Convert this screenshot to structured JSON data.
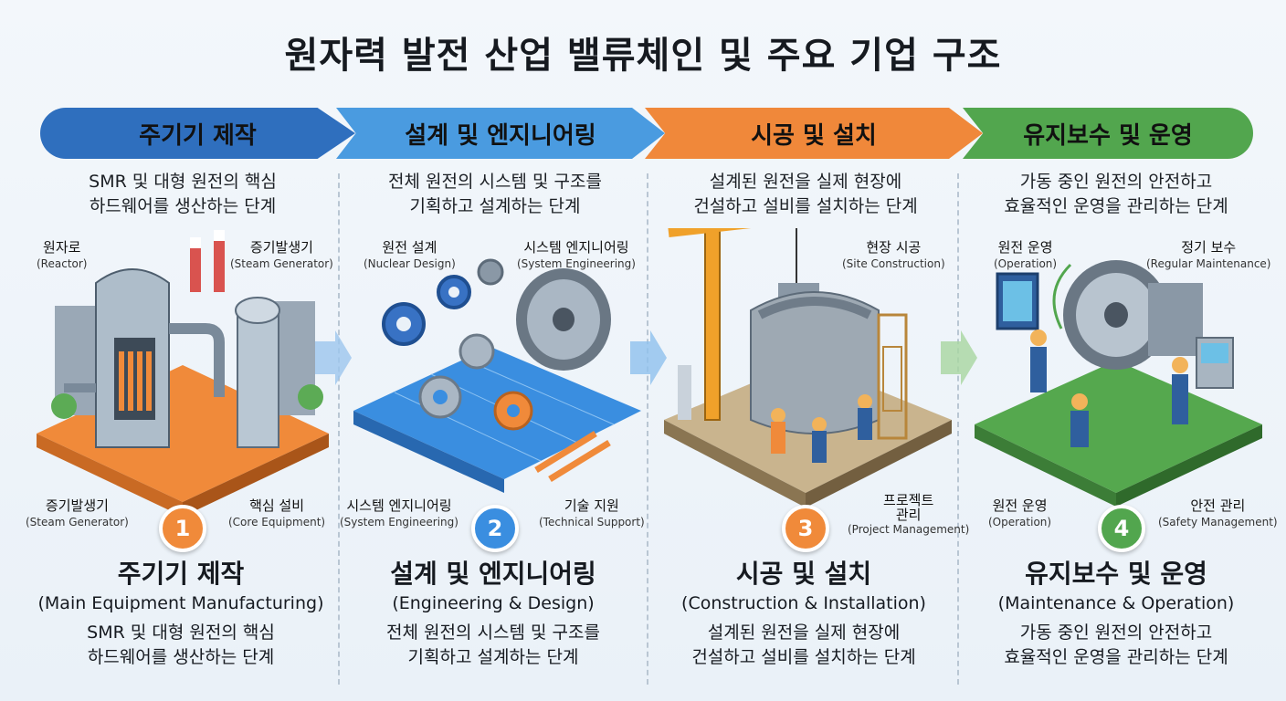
{
  "title": "원자력 발전 산업 밸류체인 및 주요 기업 구조",
  "colors": {
    "blue_dark": "#2f6fbe",
    "blue_light": "#4a9be0",
    "orange": "#f0883a",
    "green": "#52a64e"
  },
  "stages": [
    {
      "banner": "주기기 제작",
      "desc_1": "SMR 및 대형 원전의 핵심",
      "desc_2": "하드웨어를 생산하는 단계",
      "labels": [
        {
          "ko": "원자로",
          "en": "(Reactor)"
        },
        {
          "ko": "증기발생기",
          "en": "(Steam Generator)"
        },
        {
          "ko": "증기발생기",
          "en": "(Steam Generator)"
        },
        {
          "ko": "핵심 설비",
          "en": "(Core Equipment)"
        }
      ],
      "number": "1",
      "bottom_title": "주기기 제작",
      "bottom_en": "(Main Equipment Manufacturing)",
      "bottom_desc_1": "SMR 및 대형 원전의 핵심",
      "bottom_desc_2": "하드웨어를 생산하는 단계"
    },
    {
      "banner": "설계 및 엔지니어링",
      "desc_1": "전체 원전의 시스템 및 구조를",
      "desc_2": "기획하고 설계하는 단계",
      "labels": [
        {
          "ko": "원전 설계",
          "en": "(Nuclear Design)"
        },
        {
          "ko": "시스템 엔지니어링",
          "en": "(System Engineering)"
        },
        {
          "ko": "시스템 엔지니어링",
          "en": "(System Engineering)"
        },
        {
          "ko": "기술 지원",
          "en": "(Technical Support)"
        }
      ],
      "number": "2",
      "bottom_title": "설계 및 엔지니어링",
      "bottom_en": "(Engineering & Design)",
      "bottom_desc_1": "전체 원전의 시스템 및 구조를",
      "bottom_desc_2": "기획하고 설계하는 단계"
    },
    {
      "banner": "시공 및 설치",
      "desc_1": "설계된 원전을 실제 현장에",
      "desc_2": "건설하고 설비를 설치하는 단계",
      "labels": [
        {
          "ko": "현장 시공",
          "en": "(Site Construction)"
        },
        {
          "ko": "프로젝트\n관리",
          "en": "(Project Management)"
        }
      ],
      "number": "3",
      "bottom_title": "시공 및 설치",
      "bottom_en": "(Construction & Installation)",
      "bottom_desc_1": "설계된 원전을 실제 현장에",
      "bottom_desc_2": "건설하고 설비를 설치하는 단계"
    },
    {
      "banner": "유지보수 및 운영",
      "desc_1": "가동 중인 원전의 안전하고",
      "desc_2": "효율적인 운영을 관리하는 단계",
      "labels": [
        {
          "ko": "원전 운영",
          "en": "(Operation)"
        },
        {
          "ko": "정기 보수",
          "en": "(Regular Maintenance)"
        },
        {
          "ko": "원전 운영",
          "en": "(Operation)"
        },
        {
          "ko": "안전 관리",
          "en": "(Safety Management)"
        }
      ],
      "number": "4",
      "bottom_title": "유지보수 및 운영",
      "bottom_en": "(Maintenance & Operation)",
      "bottom_desc_1": "가동 중인 원전의 안전하고",
      "bottom_desc_2": "효율적인 운영을 관리하는 단계"
    }
  ]
}
